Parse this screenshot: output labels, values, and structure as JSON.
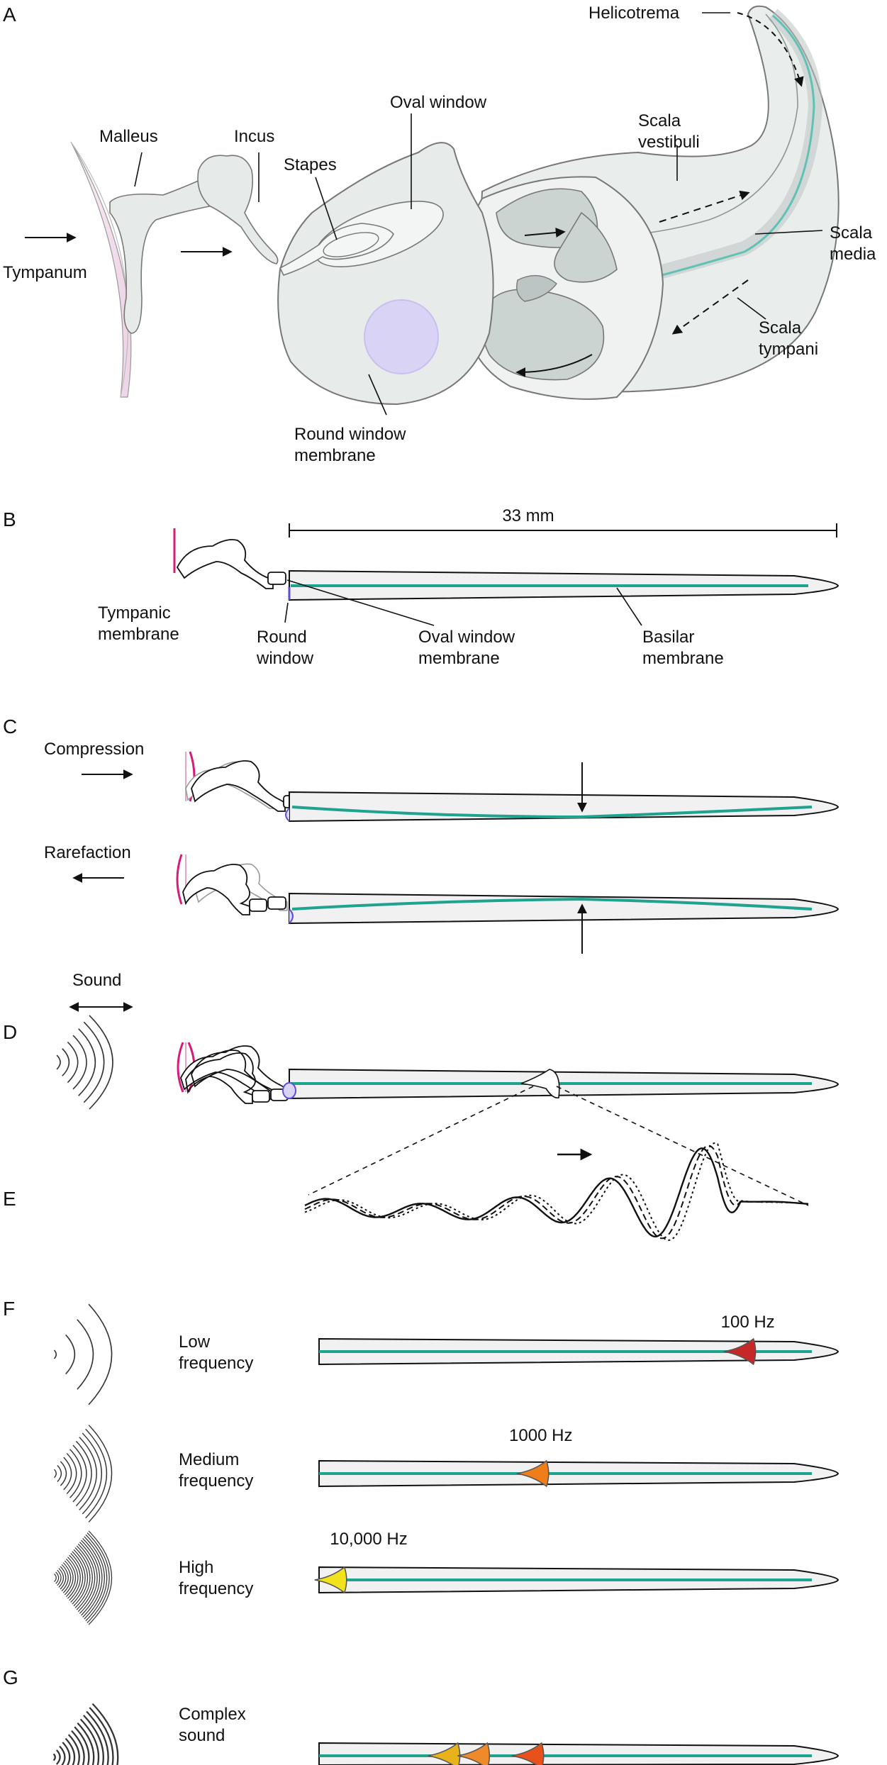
{
  "panels": [
    "A",
    "B",
    "C",
    "D",
    "E",
    "F",
    "G"
  ],
  "panel_a": {
    "helicotrema": "Helicotrema",
    "malleus": "Malleus",
    "incus": "Incus",
    "oval_window": "Oval window",
    "stapes": "Stapes",
    "scala_vestibuli_1": "Scala",
    "scala_vestibuli_2": "vestibuli",
    "scala_media_1": "Scala",
    "scala_media_2": "media",
    "tympanum": "Tympanum",
    "scala_tympani_1": "Scala",
    "scala_tympani_2": "tympani",
    "round_window_1": "Round window",
    "round_window_2": "membrane"
  },
  "panel_b": {
    "length": "33 mm",
    "tympanic_1": "Tympanic",
    "tympanic_2": "membrane",
    "round_1": "Round",
    "round_2": "window",
    "oval_1": "Oval window",
    "oval_2": "membrane",
    "basilar_1": "Basilar",
    "basilar_2": "membrane"
  },
  "panel_c": {
    "compression": "Compression",
    "rarefaction": "Rarefaction"
  },
  "panel_d": {
    "sound": "Sound"
  },
  "panel_f": {
    "rows": [
      {
        "label_1": "Low",
        "label_2": "frequency",
        "hz": "100 Hz",
        "place": 0.87,
        "color": "#c62828"
      },
      {
        "label_1": "Medium",
        "label_2": "frequency",
        "hz": "1000 Hz",
        "place": 0.45,
        "color": "#ef7d1a"
      },
      {
        "label_1": "High",
        "label_2": "frequency",
        "hz": "10,000 Hz",
        "place": 0.04,
        "color": "#f2e21b"
      }
    ]
  },
  "panel_g": {
    "label_1": "Complex",
    "label_2": "sound",
    "peak_colors": [
      "#e8b21c",
      "#ef8a2a",
      "#e8501c"
    ]
  },
  "colors": {
    "basilar_membrane": "#1fa38f",
    "tympanic_membrane": "#d81b7a",
    "round_window": "#5b4fd6",
    "round_window_fill": "#d9d3f5",
    "tympanum_fill": "#f4e4f0"
  }
}
